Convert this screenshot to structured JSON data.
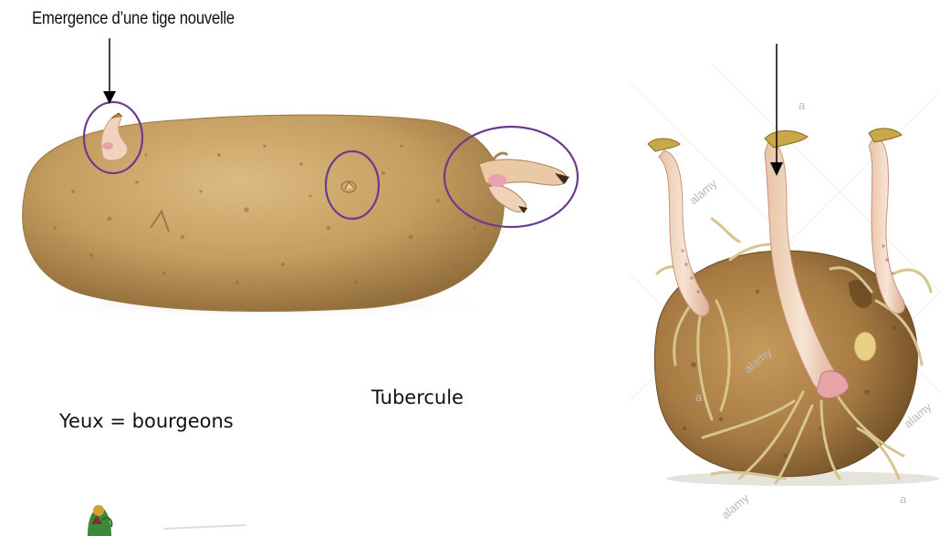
{
  "labels": {
    "emergence": "Emergence d’une tige nouvelle",
    "tubercule": "Tubercule",
    "yeux": "Yeux = bourgeons"
  },
  "watermarks": {
    "stock_name": "alamy",
    "stock_letter": "a"
  },
  "colors": {
    "potato_skin": "#c9a46a",
    "potato_dark": "#8a6a3a",
    "circle_outline": "#6a3b8a",
    "sprout_stem": "#f0d7bf",
    "sprout_pink": "#e7a3a6",
    "root": "#d8c48f",
    "arrow": "#000000"
  },
  "icons": {
    "logo": "school-logo-icon"
  }
}
